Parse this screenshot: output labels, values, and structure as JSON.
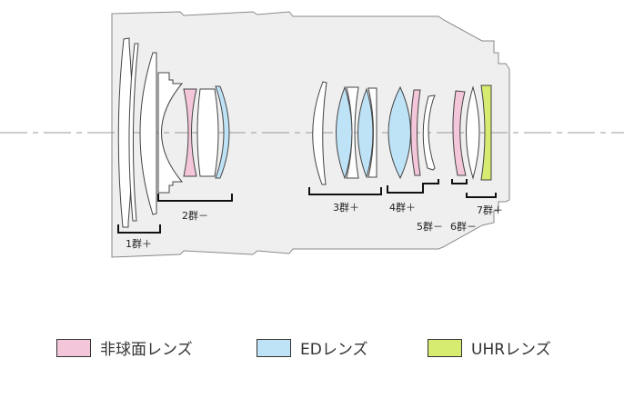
{
  "colors": {
    "aspherical": "#f4c6d9",
    "ed": "#bfe3f6",
    "uhr": "#d6ec70",
    "barrel": "#efefef",
    "outline": "#8a8a8a"
  },
  "groups": [
    {
      "label": "1群＋"
    },
    {
      "label": "2群－"
    },
    {
      "label": "3群＋"
    },
    {
      "label": "4群＋"
    },
    {
      "label": "5群－"
    },
    {
      "label": "6群－"
    },
    {
      "label": "7群＋"
    }
  ],
  "legend": [
    {
      "label": "非球面レンズ",
      "type": "aspherical"
    },
    {
      "label": "EDレンズ",
      "type": "ed"
    },
    {
      "label": "UHRレンズ",
      "type": "uhr"
    }
  ]
}
